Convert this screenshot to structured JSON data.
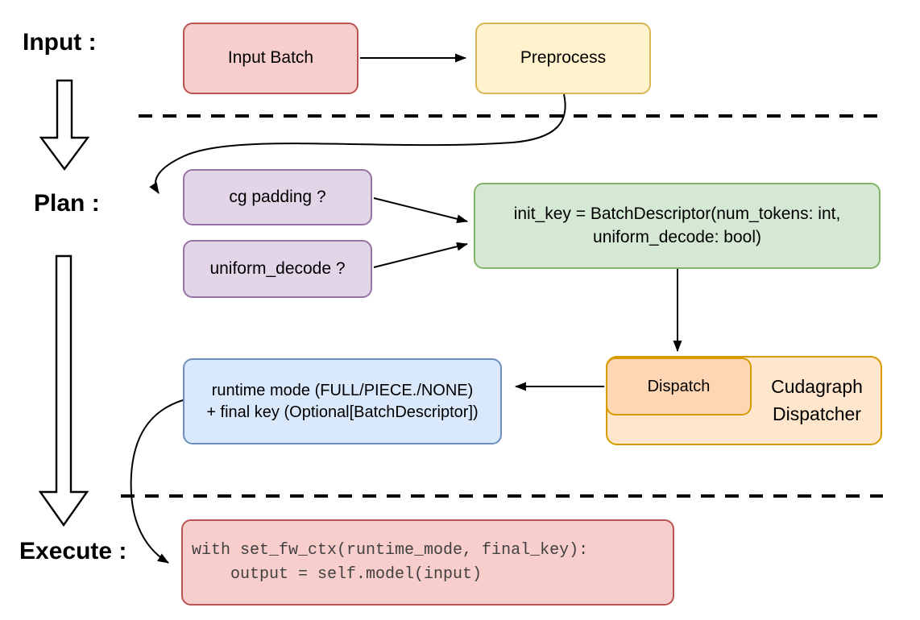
{
  "stage_labels": {
    "input": "Input :",
    "plan": "Plan :",
    "execute": "Execute :"
  },
  "nodes": {
    "input_batch": {
      "label": "Input Batch",
      "fill": "#f8cecc",
      "stroke": "#b85450"
    },
    "preprocess": {
      "label": "Preprocess",
      "fill": "#fff2cc",
      "stroke": "#d6b656"
    },
    "cg_padding": {
      "label": "cg padding ?",
      "fill": "#e1d5e7",
      "stroke": "#9673a6"
    },
    "uniform_decode": {
      "label": "uniform_decode ?",
      "fill": "#e1d5e7",
      "stroke": "#9673a6"
    },
    "init_key": {
      "line1": "init_key = BatchDescriptor(num_tokens: int,",
      "line2": "uniform_decode: bool)",
      "fill": "#d5e8d4",
      "stroke": "#82b366"
    },
    "dispatch": {
      "label": "Dispatch",
      "fill": "#ffd6b3",
      "stroke": "#d79b00"
    },
    "cudagraph_dispatcher": {
      "line1": "Cudagraph",
      "line2": "Dispatcher",
      "fill": "#ffe6cc",
      "stroke": "#d79b00"
    },
    "runtime_result": {
      "line1": "runtime mode (FULL/PIECE./NONE)",
      "line2": "+ final key (Optional[BatchDescriptor])",
      "fill": "#dae8fc",
      "stroke": "#6c8ebf"
    },
    "execute_code": {
      "line1": "with set_fw_ctx(runtime_mode, final_key):",
      "line2": "    output = self.model(input)",
      "fill": "#f8cecc",
      "stroke": "#b85450",
      "text_color": "#404040"
    }
  }
}
